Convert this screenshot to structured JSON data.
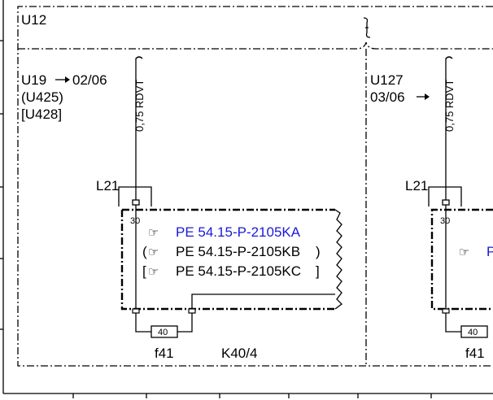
{
  "left": {
    "zone": "U12",
    "note_line1_code": "U19",
    "note_line1_date": "02/06",
    "note_line2": "(U425)",
    "note_line3": "[U428]",
    "wire_label": "0,75 RDVT",
    "connector": "L21",
    "pin_top": "30",
    "refs": [
      {
        "prefix": "",
        "text": "PE 54.15-P-2105KA",
        "suffix": "",
        "color": "#1a1ad6"
      },
      {
        "prefix": "(",
        "text": "PE 54.15-P-2105KB",
        "suffix": ")",
        "color": "#000000"
      },
      {
        "prefix": "[",
        "text": "PE 54.15-P-2105KC",
        "suffix": "]",
        "color": "#000000"
      }
    ],
    "fuse_value": "40",
    "fuse_name": "f41",
    "component": "K40/4"
  },
  "right": {
    "note_line1": "U127",
    "note_line2": "03/06",
    "wire_label": "0,75 RDVT",
    "connector": "L21",
    "pin_top": "30",
    "ref_partial": "P",
    "fuse_value": "40",
    "fuse_name": "f41"
  },
  "icons": {
    "arrow": "arrow-right-icon",
    "reference_hand": "pointing-hand-icon",
    "break": "wire-break-icon"
  }
}
